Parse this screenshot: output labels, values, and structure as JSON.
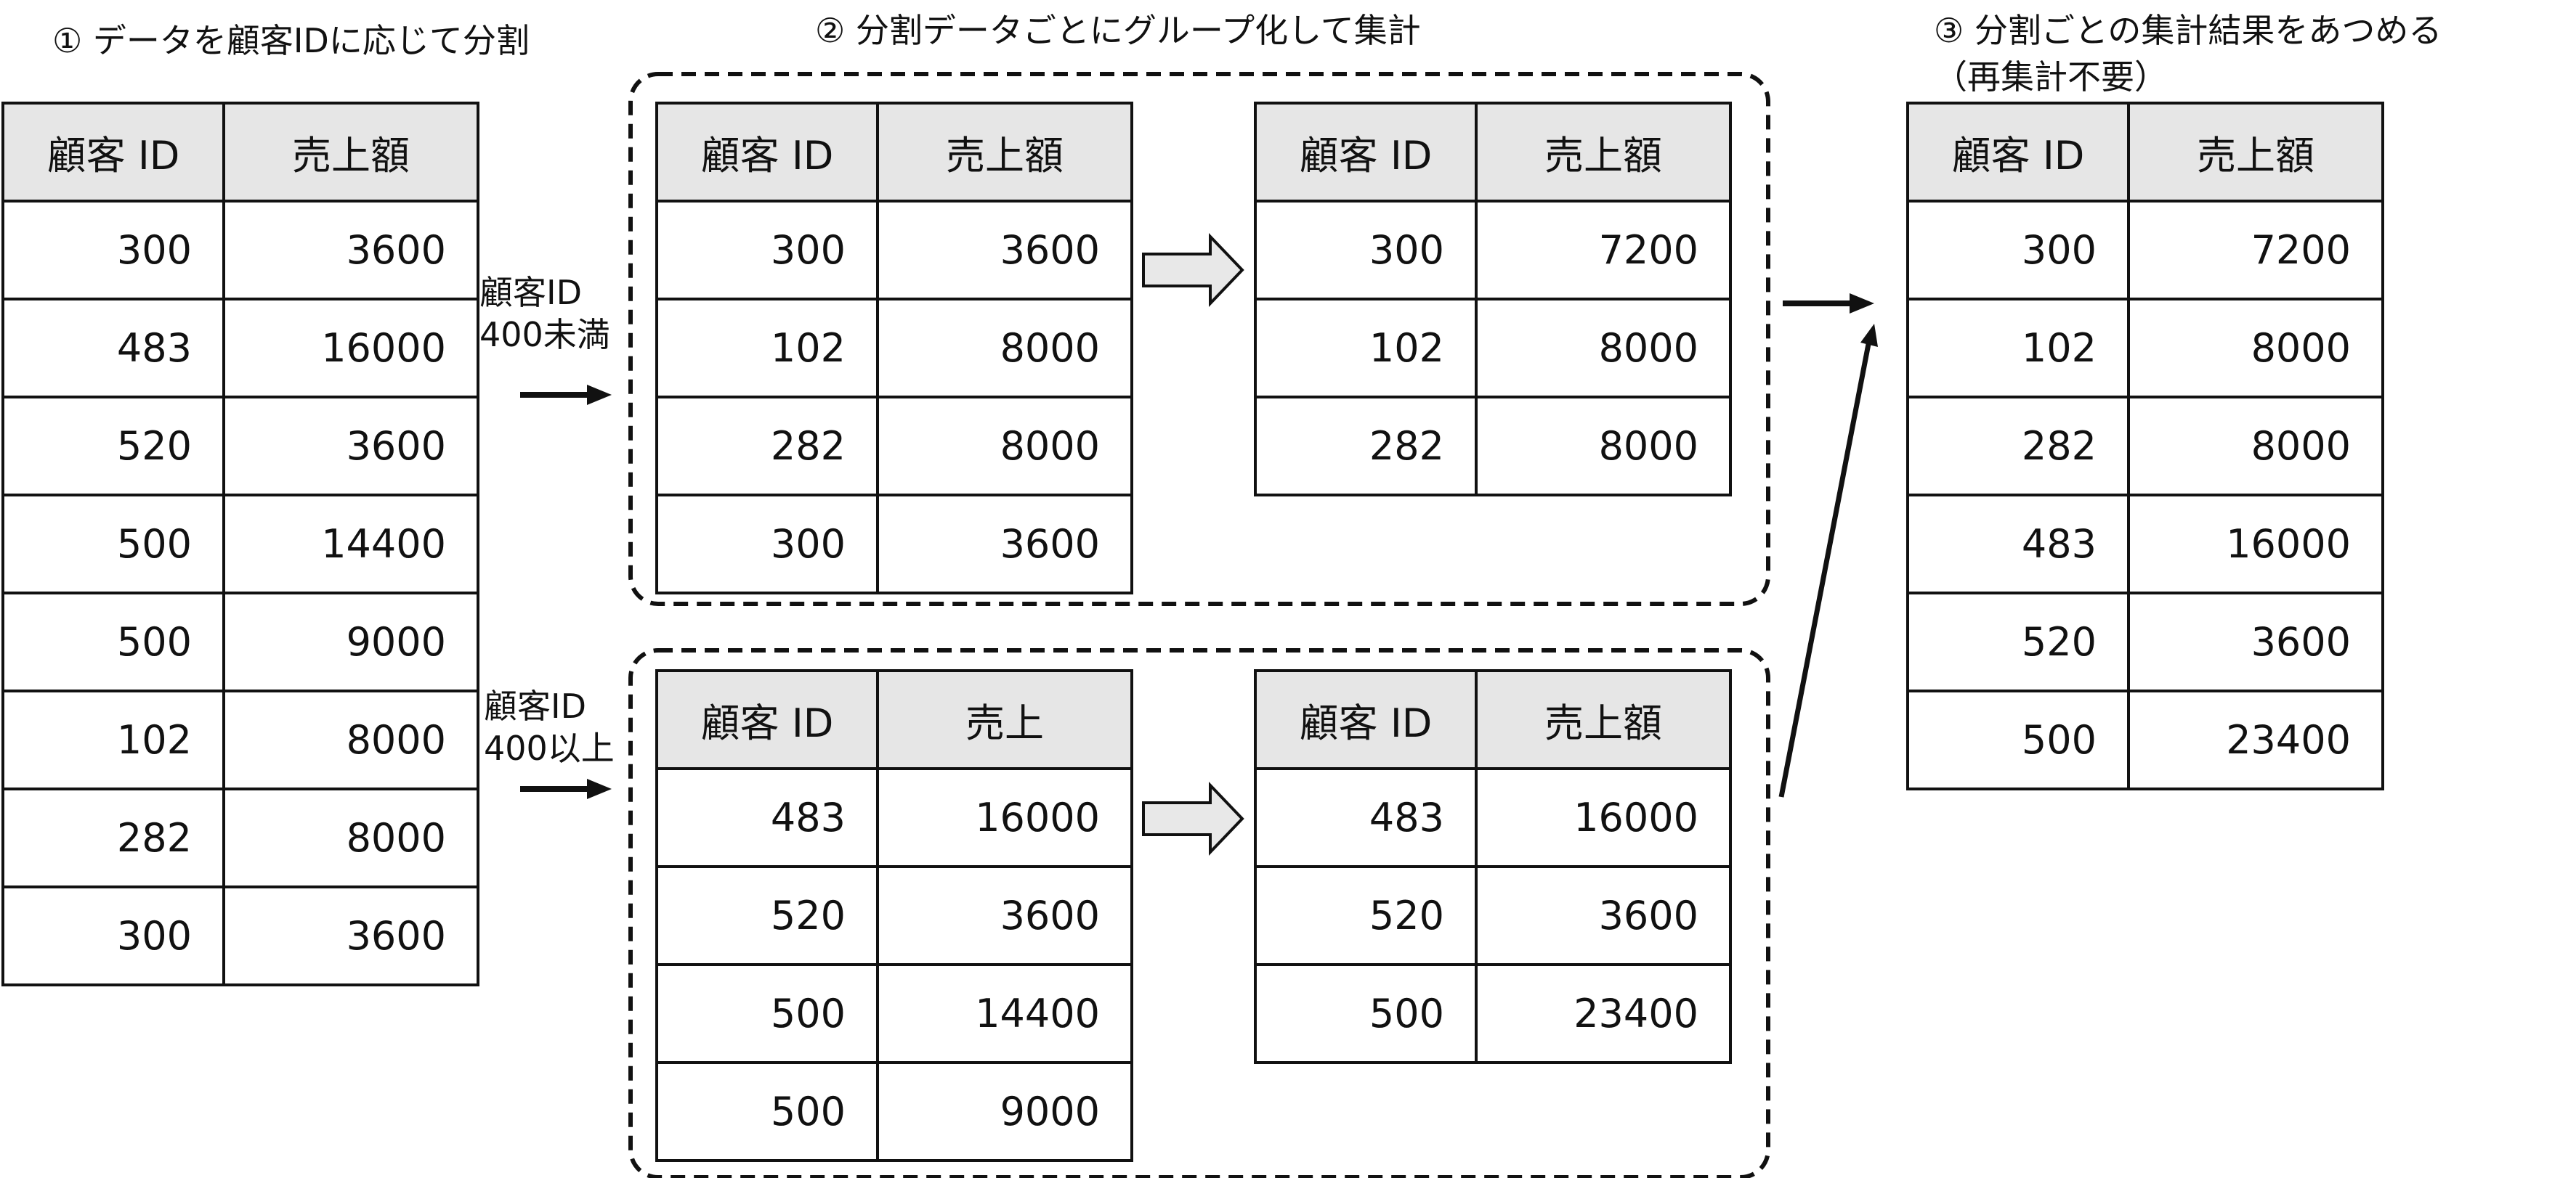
{
  "titles": {
    "step1": "① データを顧客IDに応じて分割",
    "step2": "② 分割データごとにグループ化して集計",
    "step3": "③ 分割ごとの集計結果をあつめる",
    "step3_note": "（再集計不要）"
  },
  "conditions": {
    "lower_line1": "顧客ID",
    "lower_line2": "400未満",
    "upper_line1": "顧客ID",
    "upper_line2": "400以上"
  },
  "tables": {
    "source": {
      "headers": [
        "顧客 ID",
        "売上額"
      ],
      "rows": [
        [
          "300",
          "3600"
        ],
        [
          "483",
          "16000"
        ],
        [
          "520",
          "3600"
        ],
        [
          "500",
          "14400"
        ],
        [
          "500",
          "9000"
        ],
        [
          "102",
          "8000"
        ],
        [
          "282",
          "8000"
        ],
        [
          "300",
          "3600"
        ]
      ]
    },
    "split_a": {
      "headers": [
        "顧客 ID",
        "売上額"
      ],
      "rows": [
        [
          "300",
          "3600"
        ],
        [
          "102",
          "8000"
        ],
        [
          "282",
          "8000"
        ],
        [
          "300",
          "3600"
        ]
      ]
    },
    "agg_a": {
      "headers": [
        "顧客 ID",
        "売上額"
      ],
      "rows": [
        [
          "300",
          "7200"
        ],
        [
          "102",
          "8000"
        ],
        [
          "282",
          "8000"
        ]
      ]
    },
    "split_b": {
      "headers": [
        "顧客 ID",
        "売上"
      ],
      "rows": [
        [
          "483",
          "16000"
        ],
        [
          "520",
          "3600"
        ],
        [
          "500",
          "14400"
        ],
        [
          "500",
          "9000"
        ]
      ]
    },
    "agg_b": {
      "headers": [
        "顧客 ID",
        "売上額"
      ],
      "rows": [
        [
          "483",
          "16000"
        ],
        [
          "520",
          "3600"
        ],
        [
          "500",
          "23400"
        ]
      ]
    },
    "result": {
      "headers": [
        "顧客 ID",
        "売上額"
      ],
      "rows": [
        [
          "300",
          "7200"
        ],
        [
          "102",
          "8000"
        ],
        [
          "282",
          "8000"
        ],
        [
          "483",
          "16000"
        ],
        [
          "520",
          "3600"
        ],
        [
          "500",
          "23400"
        ]
      ]
    }
  }
}
